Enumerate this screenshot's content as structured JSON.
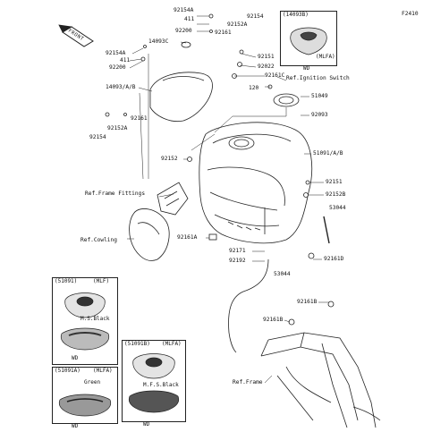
{
  "diagram_code": "F2410",
  "front_label": "FRONT",
  "parts": {
    "p92154A_top": "92154A",
    "p411_top": "411",
    "p92200_top": "92200",
    "p14093C": "14093C",
    "p92154A_left": "92154A",
    "p411_left": "411",
    "p92200_left": "92200",
    "p14093AB": "14093/A/B",
    "p92152A_top": "92152A",
    "p92154_top": "92154",
    "p92161_top": "92161",
    "p92151_top": "92151",
    "p92022": "92022",
    "p92161C": "92161C",
    "ref_ignition": "Ref.Ignition Switch",
    "p120": "120",
    "p51049": "51049",
    "p92093": "92093",
    "p92161_left": "92161",
    "p92152A_left": "92152A",
    "p92154_left": "92154",
    "p51091AB": "51091/A/B",
    "p92152_mid": "92152",
    "ref_frame_fittings": "Ref.Frame Fittings",
    "p92151_right": "92151",
    "p92152B": "92152B",
    "p53044_right": "53044",
    "ref_cowling": "Ref.Cowling",
    "p92161A": "92161A",
    "p92171": "92171",
    "p92192": "92192",
    "p92161D": "92161D",
    "p53044_bottom": "53044",
    "p92161B_right": "92161B",
    "p92161B_left": "92161B",
    "ref_frame": "Ref.Frame"
  },
  "insets": {
    "wd_top": {
      "part": "(14093B)",
      "variant": "(MLFA)",
      "note": "WD"
    },
    "mlf": {
      "part": "(51091)",
      "variant": "(MLF)",
      "caption": "M.S.Black",
      "note": "WD"
    },
    "mlfa_b": {
      "part": "(51091B)",
      "variant": "(MLFA)",
      "caption": "M.F.S.Black",
      "note": "WD"
    },
    "mlfa_a": {
      "part": "(51091A)",
      "variant": "(MLFA)",
      "caption": "Green",
      "note": "WD"
    }
  }
}
